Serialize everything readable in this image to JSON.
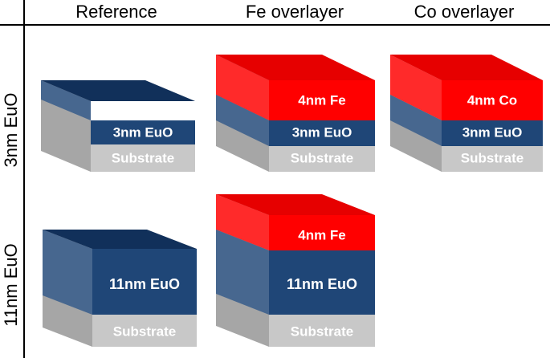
{
  "headers": {
    "col1": "Reference",
    "col2": "Fe overlayer",
    "col3": "Co overlayer"
  },
  "rows": {
    "row1": "3nm EuO",
    "row2": "11nm EuO"
  },
  "labels": {
    "substrate": "Substrate",
    "euo3": "3nm EuO",
    "euo11": "11nm EuO",
    "fe4": "4nm Fe",
    "co4": "4nm Co"
  },
  "colors": {
    "euo": "#1f4677",
    "substrate": "#c8c8c8",
    "metal": "#ff0000",
    "text": "#ffffff"
  }
}
